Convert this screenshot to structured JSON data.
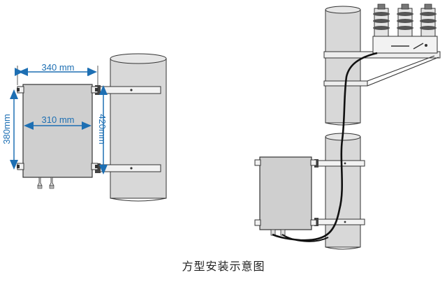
{
  "dimensions": {
    "top_width": "340 mm",
    "inner_width": "310 mm",
    "left_height": "380mm",
    "right_height": "420mm"
  },
  "caption": "方型安装示意图",
  "colors": {
    "dimension_blue": "#1d6fb3",
    "pole_fill": "#d6d6d6",
    "box_fill": "#cfcfcf",
    "outline": "#333333"
  }
}
